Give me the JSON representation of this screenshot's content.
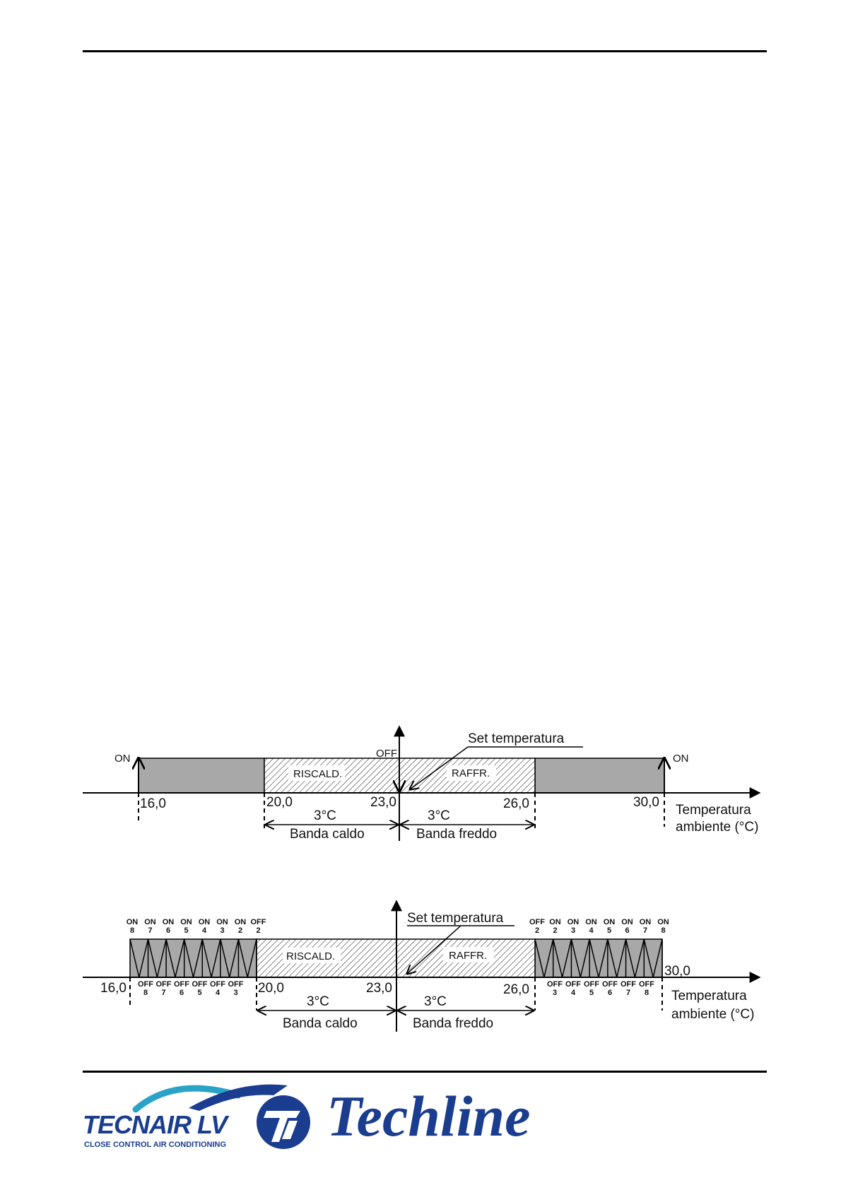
{
  "diagram1": {
    "set_label": "Set temperatura",
    "on_left": "ON",
    "on_right": "ON",
    "off_center": "OFF",
    "zone_heat": "RISCALD.",
    "zone_cool": "RAFFR.",
    "ticks": [
      "16,0",
      "20,0",
      "23,0",
      "26,0",
      "30,0"
    ],
    "delta_left": "3°C",
    "delta_right": "3°C",
    "band_left": "Banda caldo",
    "band_right": "Banda freddo",
    "axis_label_1": "Temperatura",
    "axis_label_2": "ambiente (°C)"
  },
  "diagram2": {
    "set_label": "Set temperatura",
    "zone_heat": "RISCALD.",
    "zone_cool": "RAFFR.",
    "ticks": [
      "16,0",
      "20,0",
      "23,0",
      "26,0",
      "30,0"
    ],
    "left_top": [
      {
        "state": "ON",
        "n": "8"
      },
      {
        "state": "ON",
        "n": "7"
      },
      {
        "state": "ON",
        "n": "6"
      },
      {
        "state": "ON",
        "n": "5"
      },
      {
        "state": "ON",
        "n": "4"
      },
      {
        "state": "ON",
        "n": "3"
      },
      {
        "state": "ON",
        "n": "2"
      },
      {
        "state": "OFF",
        "n": "2"
      }
    ],
    "left_bottom": [
      {
        "state": "OFF",
        "n": "8"
      },
      {
        "state": "OFF",
        "n": "7"
      },
      {
        "state": "OFF",
        "n": "6"
      },
      {
        "state": "OFF",
        "n": "5"
      },
      {
        "state": "OFF",
        "n": "4"
      },
      {
        "state": "OFF",
        "n": "3"
      }
    ],
    "right_top": [
      {
        "state": "OFF",
        "n": "2"
      },
      {
        "state": "ON",
        "n": "2"
      },
      {
        "state": "ON",
        "n": "3"
      },
      {
        "state": "ON",
        "n": "4"
      },
      {
        "state": "ON",
        "n": "5"
      },
      {
        "state": "ON",
        "n": "6"
      },
      {
        "state": "ON",
        "n": "7"
      },
      {
        "state": "ON",
        "n": "8"
      }
    ],
    "right_bottom": [
      {
        "state": "OFF",
        "n": "3"
      },
      {
        "state": "OFF",
        "n": "4"
      },
      {
        "state": "OFF",
        "n": "5"
      },
      {
        "state": "OFF",
        "n": "6"
      },
      {
        "state": "OFF",
        "n": "7"
      },
      {
        "state": "OFF",
        "n": "8"
      }
    ],
    "delta_left": "3°C",
    "delta_right": "3°C",
    "band_left": "Banda caldo",
    "band_right": "Banda freddo",
    "axis_label_1": "Temperatura",
    "axis_label_2": "ambiente (°C)"
  },
  "footer": {
    "brand1": "TECNAIR LV",
    "brand1_sub": "CLOSE CONTROL AIR CONDITIONING",
    "brand2": "Techline",
    "brand_color": "#1a3d8f"
  }
}
